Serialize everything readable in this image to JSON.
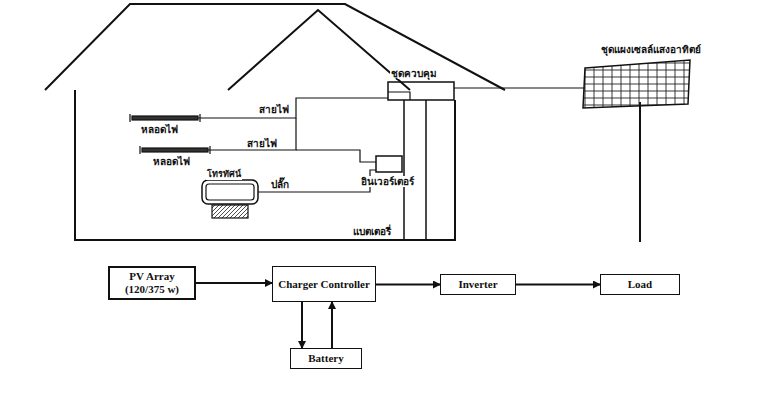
{
  "diagram": {
    "nodes": [
      {
        "text": [
          "PV Array (120/375 w)"
        ]
      },
      {
        "text": [
          "Charger Controller"
        ]
      },
      {
        "text": [
          "Inverter"
        ]
      },
      {
        "text": [
          "Load"
        ]
      },
      {
        "text": [
          "Battery"
        ]
      }
    ],
    "edges": [
      {
        "from": 0,
        "to": 1,
        "arrow": "to"
      },
      {
        "from": 1,
        "to": 2,
        "arrow": "to"
      },
      {
        "from": 2,
        "to": 3,
        "arrow": "to"
      },
      {
        "from": 1,
        "to": 4,
        "arrow": "to"
      },
      {
        "from": 4,
        "to": 1,
        "arrow": "to"
      }
    ],
    "labels": [
      "ชุดแผงเซลล์แสงอาทิตย์",
      "ชุดควบคุม",
      "หลอดไฟ",
      "สายไฟ",
      "หลอดไฟ",
      "สายไฟ",
      "อินเวอร์เตอร์",
      "ปลั๊ก",
      "โทรทัศน์",
      "แบตเตอรี่"
    ]
  }
}
